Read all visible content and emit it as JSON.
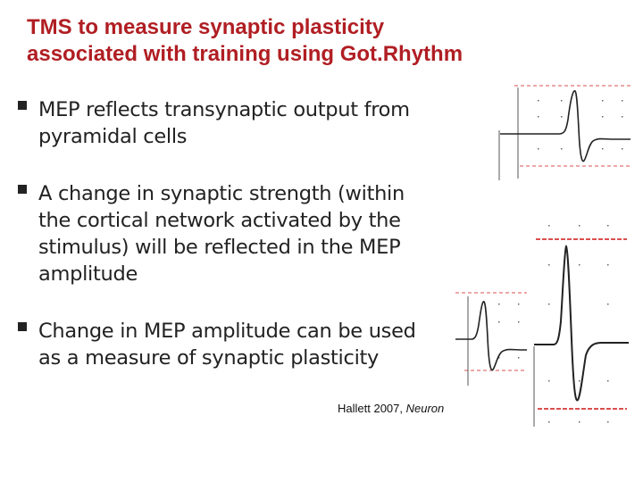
{
  "slide": {
    "title_line1": "TMS to measure synaptic plasticity",
    "title_line2": "associated with training using Got.Rhythm",
    "bullets": [
      {
        "lines": [
          "MEP reflects transynaptic output from",
          "pyramidal cells"
        ]
      },
      {
        "lines": [
          "A change in synaptic strength (within",
          "the cortical network activated by the",
          "stimulus) will be reflected in the MEP",
          "amplitude"
        ]
      },
      {
        "lines": [
          "Change in MEP amplitude can be used",
          "as a measure of synaptic plasticity"
        ]
      }
    ],
    "citation": {
      "author": "Hallett 2007, ",
      "journal": "Neuron"
    },
    "colors": {
      "title": "#b01e23",
      "text": "#222222",
      "dash": "#d95050"
    }
  }
}
